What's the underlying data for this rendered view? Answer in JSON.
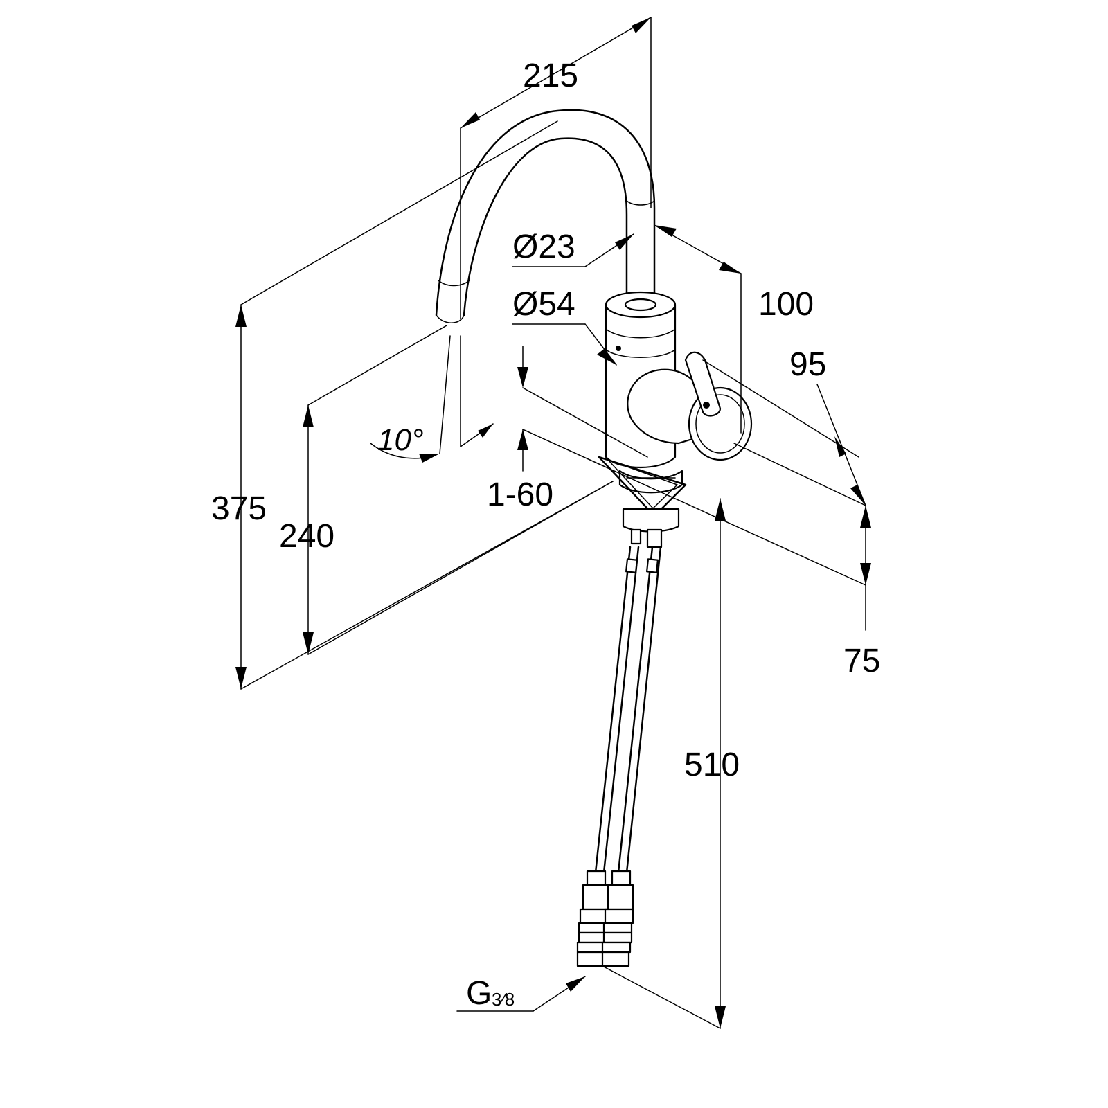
{
  "diagram": {
    "dimensions": {
      "spout_reach": "215",
      "total_height": "375",
      "spout_height": "240",
      "spout_diameter": "Ø23",
      "body_diameter": "Ø54",
      "handle_offset": "100",
      "handle_depth": "95",
      "base_offset": "75",
      "hose_length": "510",
      "counter_thickness": "1-60",
      "spout_angle": "10°"
    },
    "connection": {
      "thread": "G",
      "thread_fraction": "3⁄8"
    }
  }
}
